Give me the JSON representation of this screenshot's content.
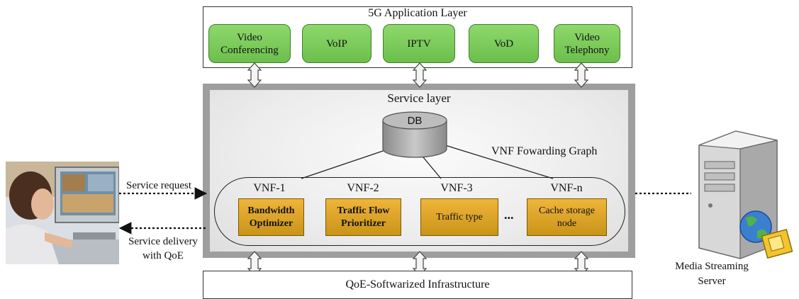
{
  "app_layer": {
    "title": "5G Application Layer",
    "apps": [
      {
        "label": "Video\nConferencing"
      },
      {
        "label": "VoIP"
      },
      {
        "label": "IPTV"
      },
      {
        "label": "VoD"
      },
      {
        "label": "Video\nTelephony"
      }
    ]
  },
  "service_layer": {
    "title": "Service layer",
    "db_label": "DB",
    "graph_label": "VNF Fowarding Graph",
    "vnfs": [
      {
        "name": "VNF-1",
        "function": "Bandwidth\nOptimizer"
      },
      {
        "name": "VNF-2",
        "function": "Traffic Flow\nPrioritizer"
      },
      {
        "name": "VNF-3",
        "function": "Traffic type"
      },
      {
        "name": "VNF-n",
        "function": "Cache storage\nnode"
      }
    ],
    "ellipsis": "..."
  },
  "infra_layer": {
    "title": "QoE-Softwarized Infrastructure"
  },
  "left": {
    "service_request": "Service request",
    "service_delivery": "Service delivery\nwith QoE"
  },
  "right": {
    "server_label": "Media Streaming\nServer"
  },
  "colors": {
    "app_box_fill": "#7ccb5a",
    "vnf_box_fill": "#e0a52a",
    "service_frame": "#9e9e9e"
  }
}
